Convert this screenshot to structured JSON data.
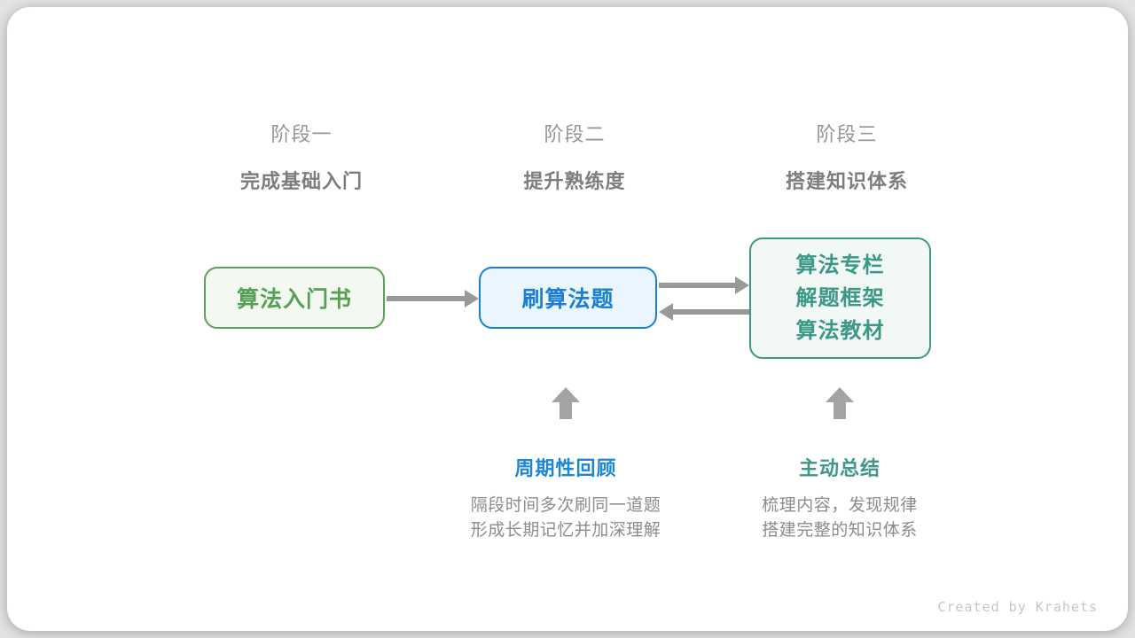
{
  "diagram": {
    "stages": [
      {
        "label": "阶段一",
        "subtitle": "完成基础入门"
      },
      {
        "label": "阶段二",
        "subtitle": "提升熟练度"
      },
      {
        "label": "阶段三",
        "subtitle": "搭建知识体系"
      }
    ],
    "nodes": {
      "beginner_book": {
        "title": "算法入门书",
        "text_color": "#55a055",
        "border_color": "#5ba05b",
        "bg_color": "#f3f9f1"
      },
      "practice": {
        "title": "刷算法题",
        "text_color": "#1b7fd4",
        "border_color": "#1b7fd4",
        "bg_color": "#ebf5fd"
      },
      "knowledge": {
        "lines": [
          "算法专栏",
          "解题框架",
          "算法教材"
        ],
        "text_color": "#3b9886",
        "border_color": "#3e9787",
        "bg_color": "#f1f8f6"
      }
    },
    "arrow_color": "#999999",
    "up_arrow_color": "#a3a3a3",
    "annotations": {
      "review": {
        "title": "周期性回顾",
        "title_color": "#1e87d5",
        "lines": [
          "隔段时间多次刷同一道题",
          "形成长期记忆并加深理解"
        ]
      },
      "summary": {
        "title": "主动总结",
        "title_color": "#3e9787",
        "lines": [
          "梳理内容，发现规律",
          "搭建完整的知识体系"
        ]
      }
    },
    "credit": "Created by Krahets"
  }
}
